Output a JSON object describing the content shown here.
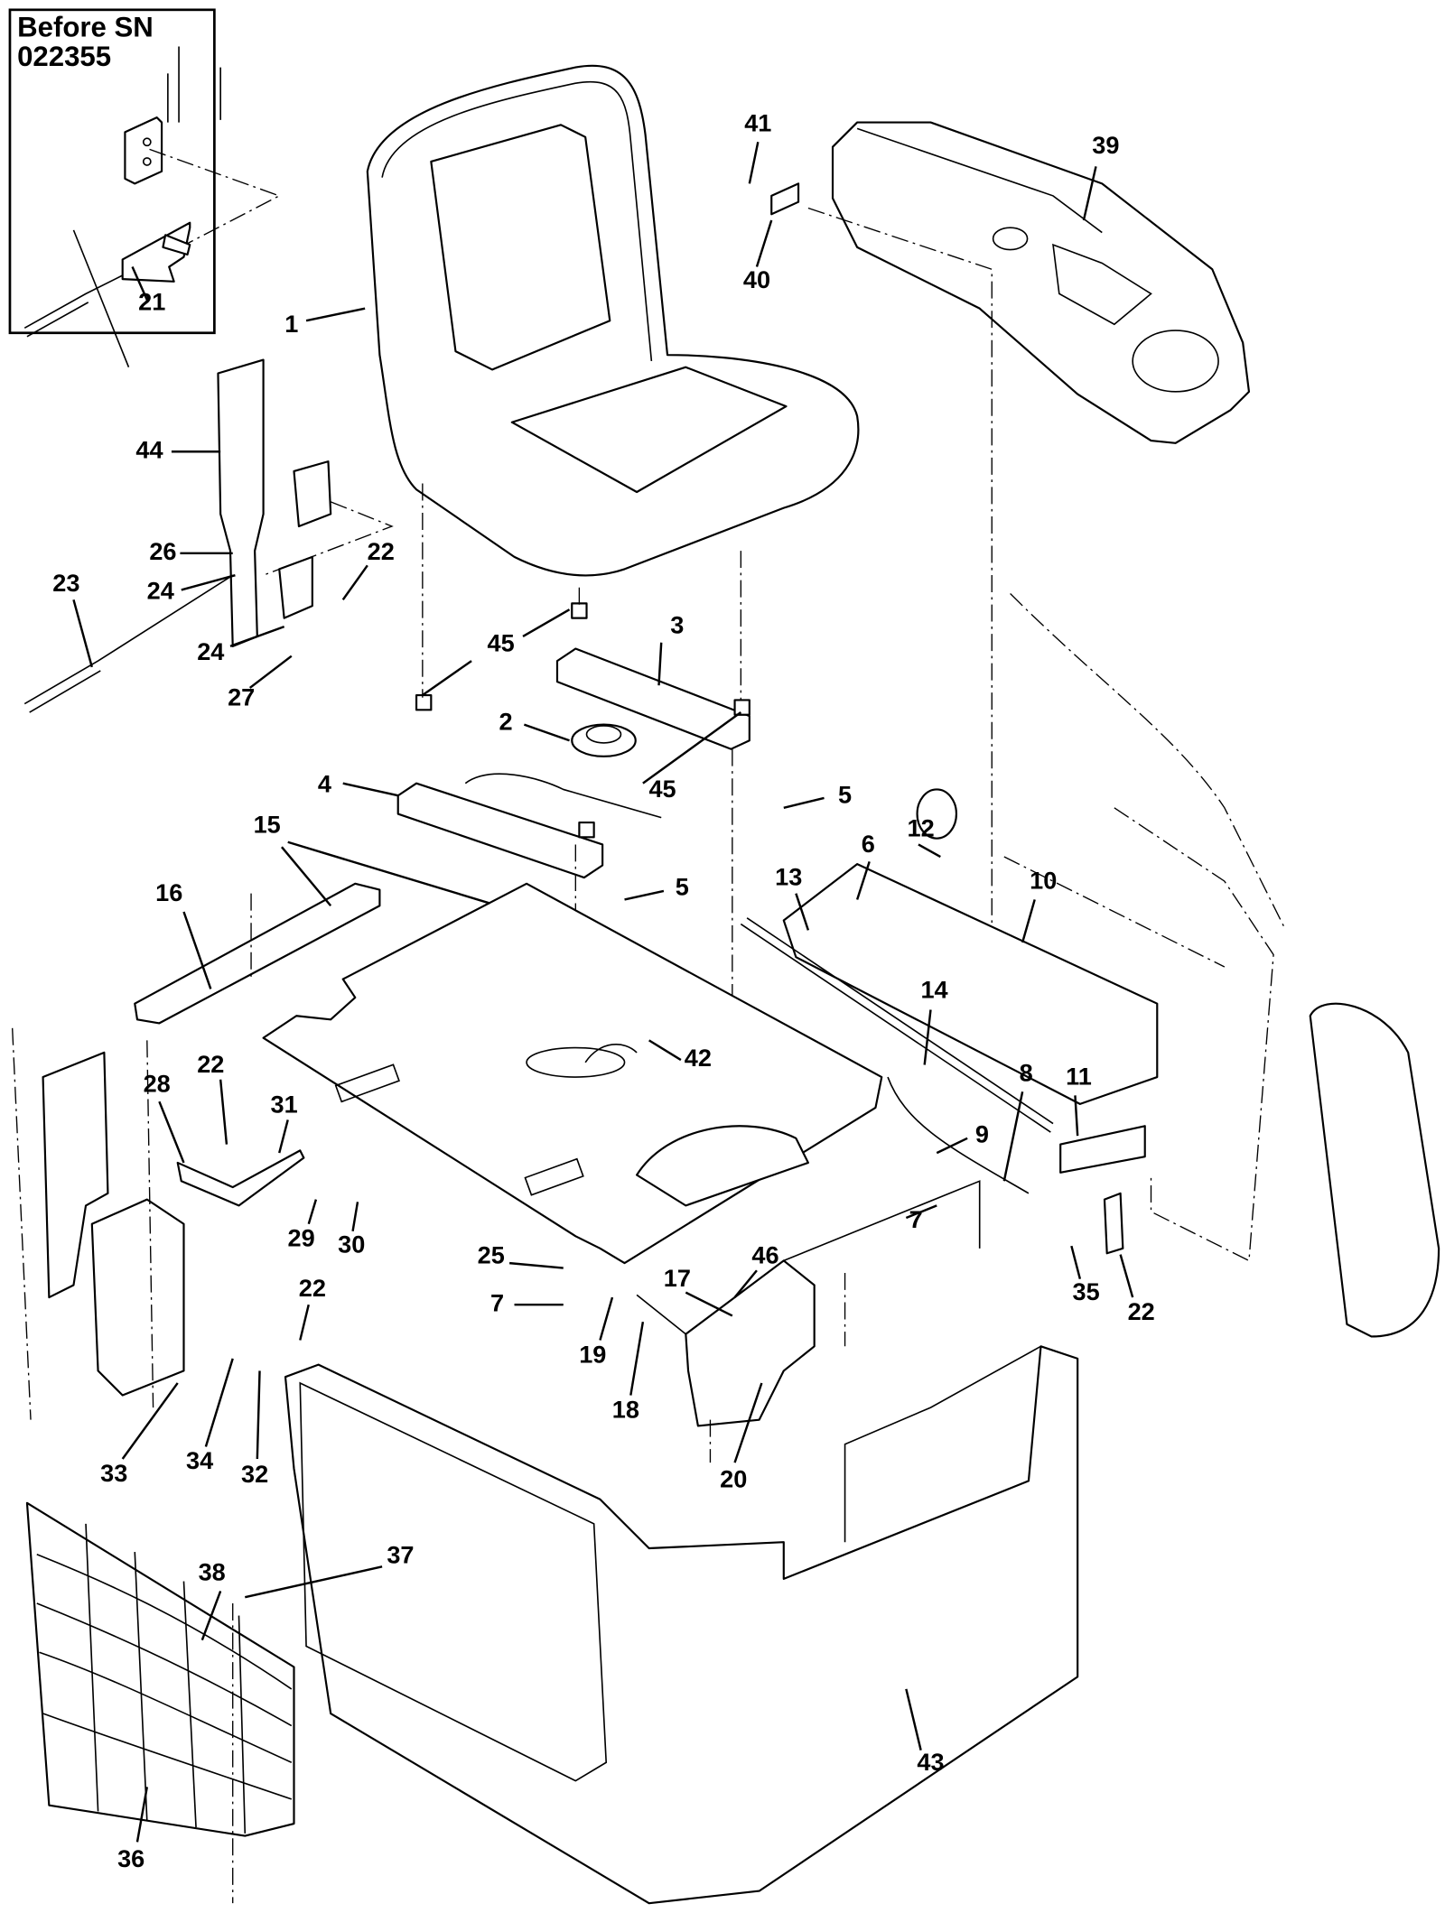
{
  "inset": {
    "title_line1": "Before SN",
    "title_line2": "022355",
    "callout": "21"
  },
  "callouts": [
    "1",
    "44",
    "26",
    "24",
    "23",
    "22",
    "24",
    "27",
    "45",
    "3",
    "2",
    "4",
    "45",
    "5",
    "15",
    "16",
    "5",
    "12",
    "6",
    "13",
    "10",
    "14",
    "42",
    "22",
    "28",
    "31",
    "8",
    "11",
    "9",
    "29",
    "30",
    "7",
    "25",
    "46",
    "17",
    "7",
    "35",
    "22",
    "22",
    "19",
    "18",
    "33",
    "34",
    "32",
    "20",
    "37",
    "38",
    "43",
    "36",
    "41",
    "39",
    "40"
  ]
}
